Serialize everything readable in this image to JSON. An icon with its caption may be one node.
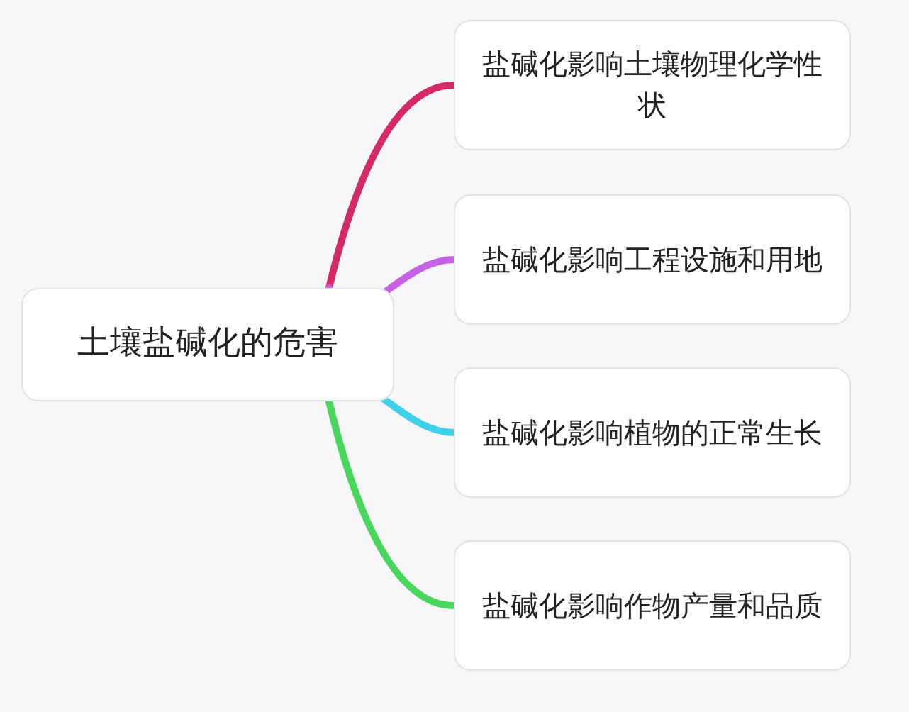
{
  "diagram": {
    "nodes": [
      {
        "text": [
          "土壤盐碱化的危害"
        ]
      },
      {
        "text": [
          "盐碱化影响土壤物理化学性状"
        ]
      },
      {
        "text": [
          "盐碱化影响工程设施和用地"
        ]
      },
      {
        "text": [
          "盐碱化影响植物的正常生长"
        ]
      },
      {
        "text": [
          "盐碱化影响作物产量和品质"
        ]
      }
    ],
    "edges": [
      {
        "from": 0,
        "to": 1,
        "arrow": "none",
        "color": "#d42a68"
      },
      {
        "from": 0,
        "to": 2,
        "arrow": "none",
        "color": "#c862e4"
      },
      {
        "from": 0,
        "to": 3,
        "arrow": "none",
        "color": "#3fd0ea"
      },
      {
        "from": 0,
        "to": 4,
        "arrow": "none",
        "color": "#48d65c"
      }
    ]
  }
}
